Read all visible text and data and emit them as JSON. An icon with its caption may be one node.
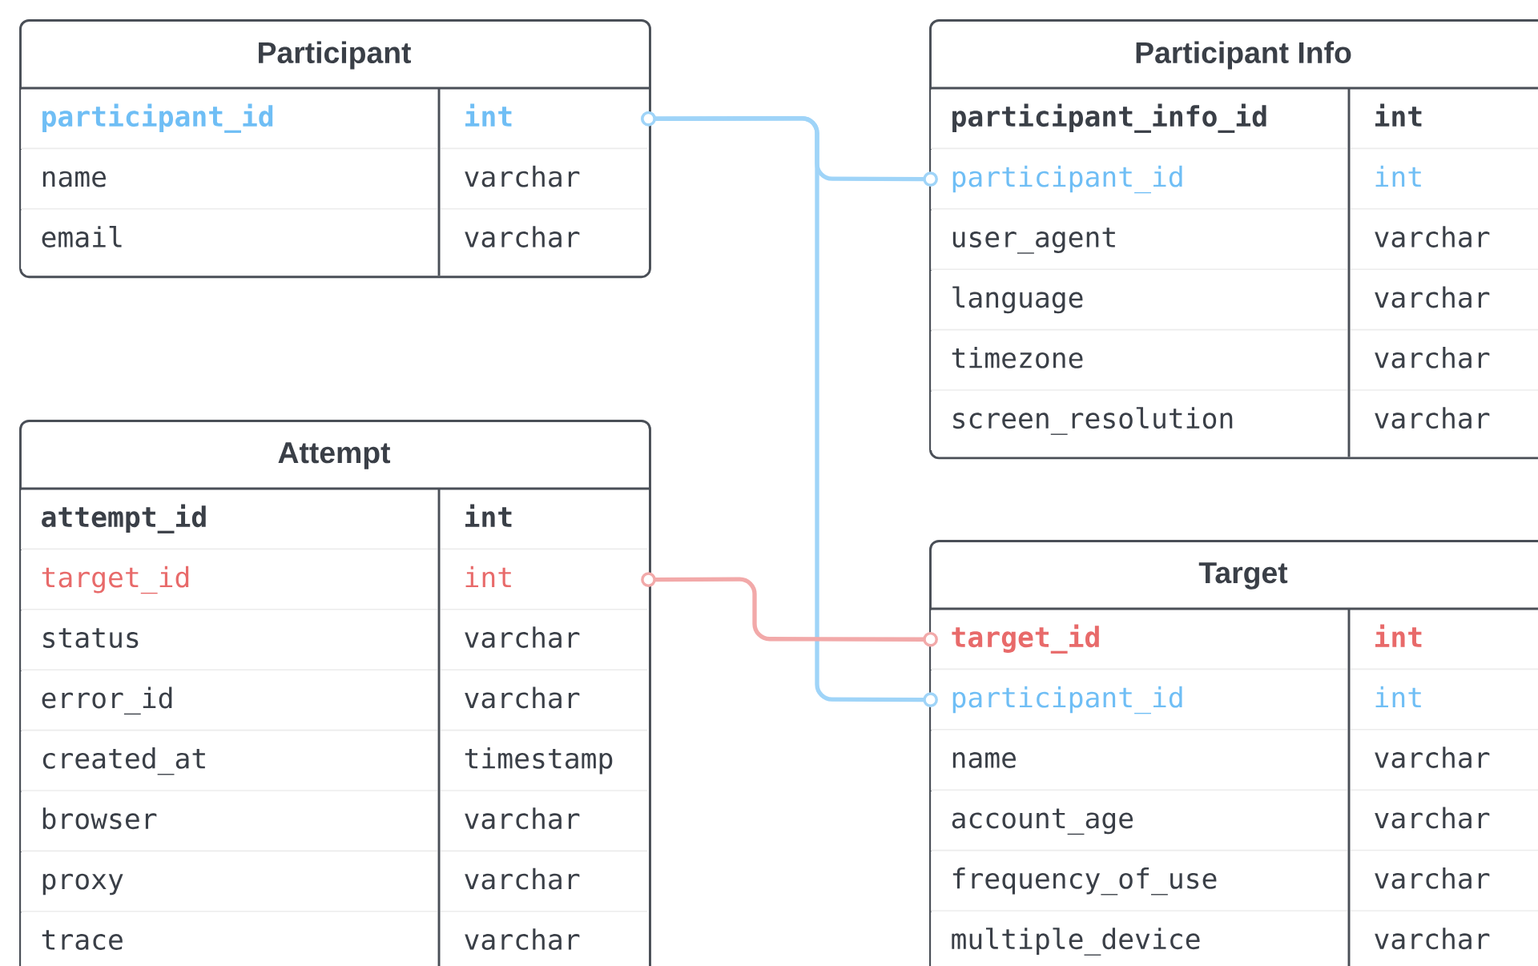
{
  "diagram": {
    "nodes": [
      {
        "text": [
          "Participant"
        ]
      },
      {
        "text": [
          "participant_id",
          "int"
        ],
        "in": 0
      },
      {
        "text": [
          "name",
          "varchar"
        ],
        "in": 0
      },
      {
        "text": [
          "email",
          "varchar"
        ],
        "in": 0
      },
      {
        "text": [
          "Participant Info"
        ]
      },
      {
        "text": [
          "participant_info_id",
          "int"
        ],
        "in": 4
      },
      {
        "text": [
          "participant_id",
          "int"
        ],
        "in": 4
      },
      {
        "text": [
          "user_agent",
          "varchar"
        ],
        "in": 4
      },
      {
        "text": [
          "language",
          "varchar"
        ],
        "in": 4
      },
      {
        "text": [
          "timezone",
          "varchar"
        ],
        "in": 4
      },
      {
        "text": [
          "screen_resolution",
          "varchar"
        ],
        "in": 4
      },
      {
        "text": [
          "Attempt"
        ]
      },
      {
        "text": [
          "attempt_id",
          "int"
        ],
        "in": 11
      },
      {
        "text": [
          "target_id",
          "int"
        ],
        "in": 11
      },
      {
        "text": [
          "status",
          "varchar"
        ],
        "in": 11
      },
      {
        "text": [
          "error_id",
          "varchar"
        ],
        "in": 11
      },
      {
        "text": [
          "created_at",
          "timestamp"
        ],
        "in": 11
      },
      {
        "text": [
          "browser",
          "varchar"
        ],
        "in": 11
      },
      {
        "text": [
          "proxy",
          "varchar"
        ],
        "in": 11
      },
      {
        "text": [
          "trace",
          "varchar"
        ],
        "in": 11
      },
      {
        "text": [
          "Target"
        ]
      },
      {
        "text": [
          "target_id",
          "int"
        ],
        "in": 20
      },
      {
        "text": [
          "participant_id",
          "int"
        ],
        "in": 20
      },
      {
        "text": [
          "name",
          "varchar"
        ],
        "in": 20
      },
      {
        "text": [
          "account_age",
          "varchar"
        ],
        "in": 20
      },
      {
        "text": [
          "frequency_of_use",
          "varchar"
        ],
        "in": 20
      },
      {
        "text": [
          "multiple_device",
          "varchar"
        ],
        "in": 20
      }
    ],
    "edges": [
      {
        "from": 1,
        "to": 6,
        "arrow": "other",
        "color": "#9fd4f8"
      },
      {
        "from": 1,
        "to": 22,
        "arrow": "other",
        "color": "#9fd4f8"
      },
      {
        "from": 13,
        "to": 21,
        "arrow": "other",
        "color": "#f2a9a9"
      }
    ]
  }
}
